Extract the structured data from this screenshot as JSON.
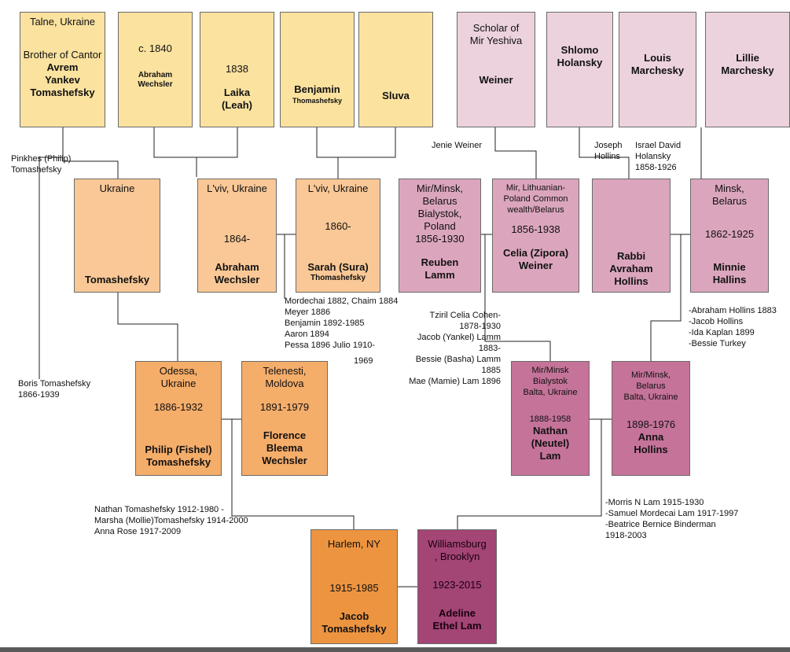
{
  "boxes": {
    "avrem": {
      "place": "Talne, Ukraine",
      "info": "Brother of Cantor",
      "name": "Avrem\nYankev\nTomashefsky"
    },
    "abraham_sr": {
      "date": "c. 1840",
      "name": "Abraham\nWechsler"
    },
    "laika": {
      "date": "1838",
      "name": "Laika\n(Leah)"
    },
    "benjamin": {
      "name": "Benjamin",
      "surname": "Thomashefsky"
    },
    "sluva": {
      "name": "Sluva"
    },
    "weiner": {
      "info": "Scholar of\nMir Yeshiva",
      "name": "Weiner"
    },
    "shlomo": {
      "name": "Shlomo\nHolansky"
    },
    "louis": {
      "name": "Louis\nMarchesky"
    },
    "lillie": {
      "name": "Lillie\nMarchesky"
    },
    "tomashefsky_gen2": {
      "place": "Ukraine",
      "name": "Tomashefsky"
    },
    "abraham_wechsler": {
      "place": "L'viv, Ukraine",
      "date": "1864-",
      "name": "Abraham\nWechsler"
    },
    "sarah": {
      "place": "L'viv, Ukraine",
      "date": "1860-",
      "name": "Sarah (Sura)",
      "surname": "Thomashefsky"
    },
    "reuben": {
      "place": "Mir/Minsk,\nBelarus\nBialystok,\nPoland",
      "date": "1856-1930",
      "name": "Reuben\nLamm"
    },
    "celia": {
      "place": "Mir, Lithuanian-\nPoland Common\nwealth/Belarus",
      "date": "1856-1938",
      "name": "Celia (Zipora)\nWeiner"
    },
    "rabbi_avraham": {
      "name": "Rabbi\nAvraham\nHollins"
    },
    "minnie": {
      "place": "Minsk,\nBelarus",
      "date": "1862-1925",
      "name": "Minnie\nHallins"
    },
    "philip": {
      "place": "Odessa,\nUkraine",
      "date": "1886-1932",
      "name": "Philip (Fishel)\nTomashefsky"
    },
    "florence": {
      "place": "Telenesti,\nMoldova",
      "date": "1891-1979",
      "name": "Florence\nBleema\nWechsler"
    },
    "nathan": {
      "place": "Mir/Minsk\nBialystok\nBalta, Ukraine",
      "date": "1888-1958",
      "name": "Nathan\n(Neutel)\nLam"
    },
    "anna": {
      "place": "Mir/Minsk,\nBelarus\nBalta, Ukraine",
      "date": "1898-1976",
      "name": "Anna\nHollins"
    },
    "jacob": {
      "place": "Harlem, NY",
      "date": "1915-1985",
      "name": "Jacob\nTomashefsky"
    },
    "adeline": {
      "place": "Williamsburg\n, Brooklyn",
      "date": "1923-2015",
      "name": "Adeline\nEthel Lam"
    }
  },
  "notes": {
    "pinkhes": "Pinkhes (Philip)\nTomashefsky",
    "boris": "Boris Tomashefsky\n1866-1939",
    "jenie": "Jenie Weiner",
    "joseph": "Joseph\nHollins",
    "israel": "Israel David\nHolansky\n1858-1926",
    "sarah_children": "Mordechai 1882, Chaim 1884\nMeyer 1886\nBenjamin 1892-1985\nAaron 1894\nPessa 1896 Julio 1910-",
    "sarah_children_end": "1969",
    "lamm_children": "Tziril Celia Cohen-\n1878-1930\nJacob (Yankel) Lamm\n1883-\nBessie (Basha) Lamm 1885\nMae (Mamie) Lam 1896",
    "hollins_children": "-Abraham Hollins 1883\n-Jacob Hollins\n-Ida Kaplan 1899\n-Bessie Turkey",
    "jacob_siblings": "Nathan Tomashefsky 1912-1980   -\nMarsha (Mollie)Tomashefsky 1914-2000\n      Anna Rose 1917-2009",
    "adeline_siblings": "-Morris N Lam 1915-1930\n-Samuel Mordecai Lam 1917-1997\n-Beatrice Bernice Binderman\n   1918-2003"
  }
}
